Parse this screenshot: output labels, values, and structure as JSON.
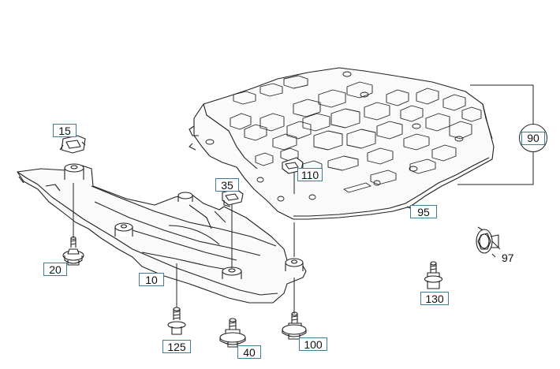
{
  "diagram": {
    "type": "exploded-parts-diagram",
    "colors": {
      "line": "#222222",
      "callout_border": "#3f7e9b",
      "background": "#ffffff"
    },
    "callouts": {
      "c15": "15",
      "c10": "10",
      "c20": "20",
      "c35": "35",
      "c110": "110",
      "c95": "95",
      "c90": "90",
      "c97": "97",
      "c130": "130",
      "c125": "125",
      "c40": "40",
      "c100": "100"
    }
  }
}
